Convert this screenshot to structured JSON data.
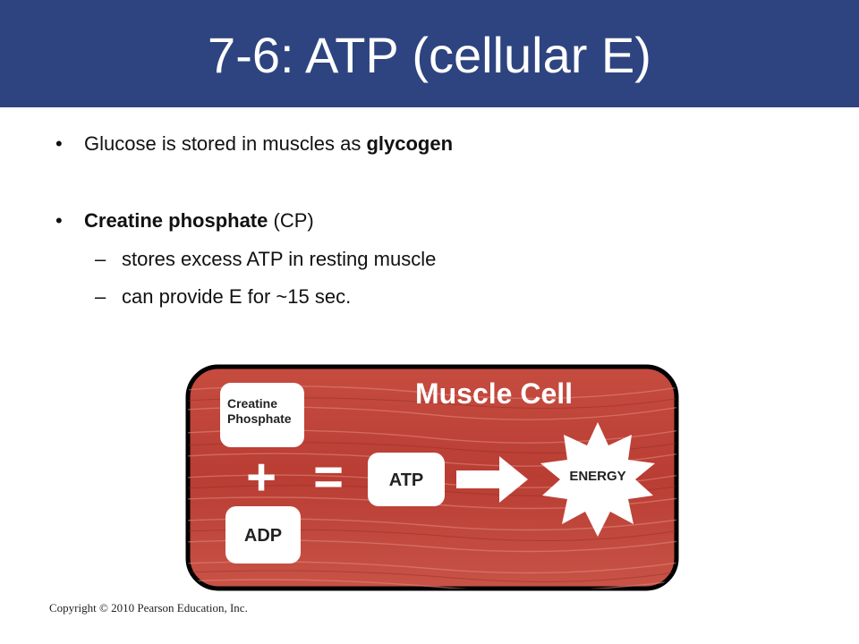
{
  "slide": {
    "title": "7-6: ATP (cellular E)",
    "bullets": [
      {
        "pre": "Glucose is stored in muscles as ",
        "bold": "glycogen",
        "post": ""
      },
      {
        "pre": "",
        "bold": "Creatine phosphate",
        "post": " (CP)"
      }
    ],
    "sub_bullets": [
      "stores excess ATP in resting muscle",
      "can provide E for ~15 sec."
    ],
    "bullet_glyph": "•",
    "dash_glyph": "–"
  },
  "figure": {
    "title": "Muscle Cell",
    "box_creatine_line1": "Creatine",
    "box_creatine_line2": "Phosphate",
    "plus": "+",
    "equals": "=",
    "box_adp": "ADP",
    "box_atp": "ATP",
    "burst_label": "ENERGY"
  },
  "footer": {
    "copyright": "Copyright © 2010 Pearson Education, Inc."
  },
  "colors": {
    "title_bar": "#2e4480",
    "muscle_red": "#c1483e",
    "muscle_dark": "#9e3229"
  }
}
